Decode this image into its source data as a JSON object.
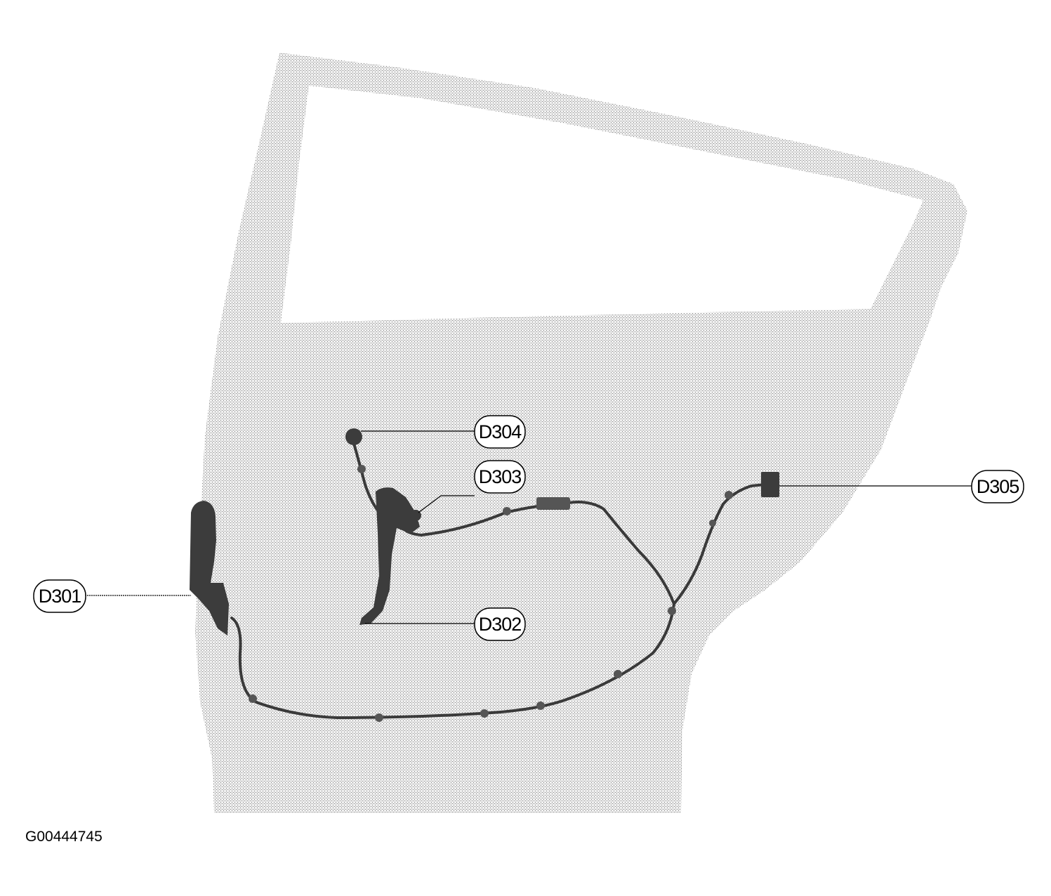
{
  "figure_id": "G00444745",
  "callouts": [
    {
      "id": "d301",
      "label": "D301"
    },
    {
      "id": "d302",
      "label": "D302"
    },
    {
      "id": "d303",
      "label": "D303"
    },
    {
      "id": "d304",
      "label": "D304"
    },
    {
      "id": "d305",
      "label": "D305"
    }
  ]
}
